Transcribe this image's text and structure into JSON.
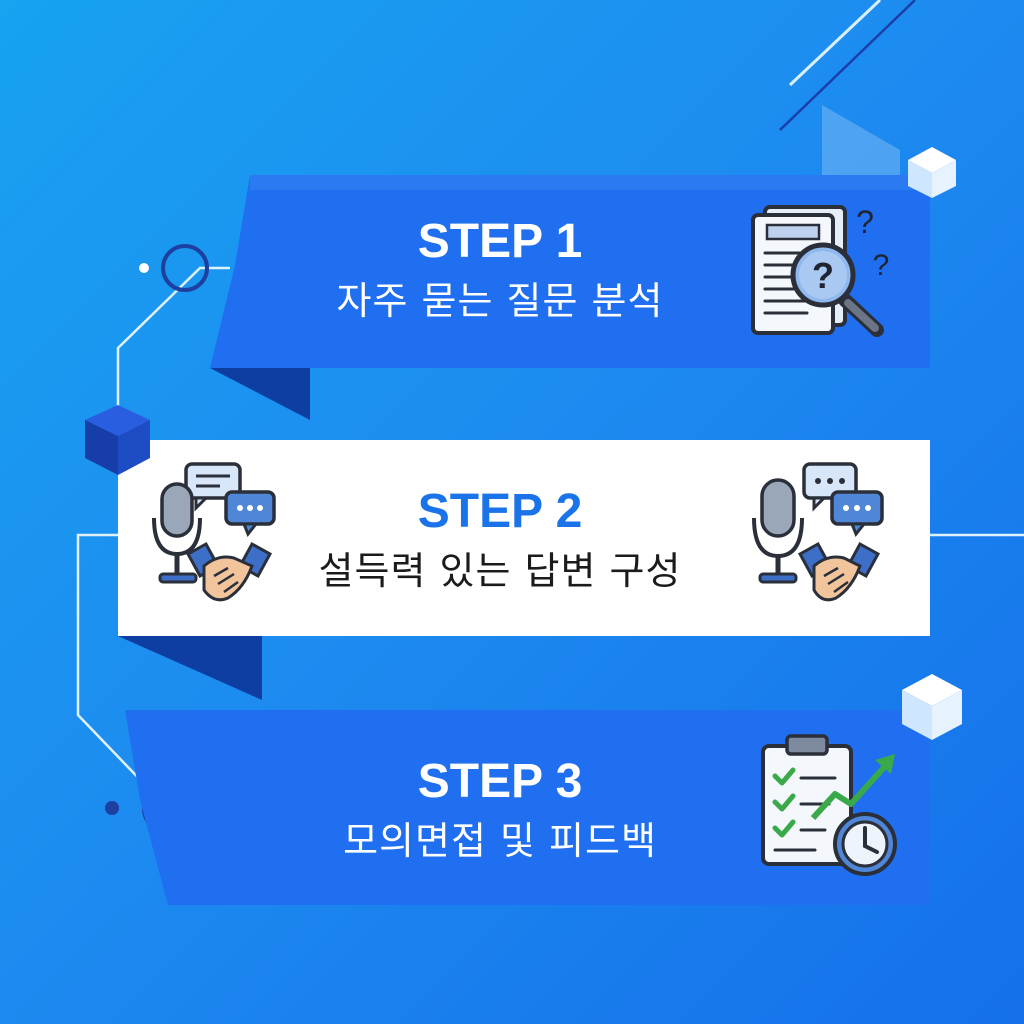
{
  "colors": {
    "background": "#1d8cf0",
    "banner_blue": "#1f6ff0",
    "banner_white": "#ffffff",
    "step2_title": "#1a73e8"
  },
  "steps": [
    {
      "title": "STEP 1",
      "subtitle": "자주 묻는 질문 분석",
      "icon": "document-magnifier-question-icon"
    },
    {
      "title": "STEP 2",
      "subtitle": "설득력 있는 답변 구성",
      "icon": "microphone-handshake-chat-icon"
    },
    {
      "title": "STEP 3",
      "subtitle": "모의면접 및 피드백",
      "icon": "checklist-growth-clock-icon"
    }
  ]
}
